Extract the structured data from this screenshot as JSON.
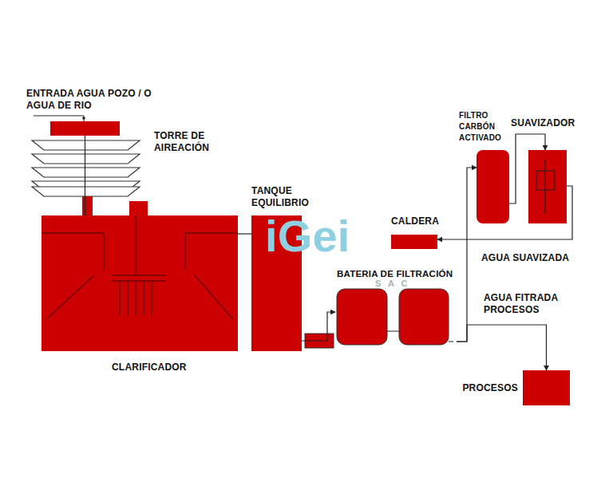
{
  "diagram": {
    "nodes": [
      {
        "text": [
          "ENTRADA AGUA POZO / O AGUA DE RIO"
        ]
      },
      {
        "text": [
          "CLARIFICADOR"
        ]
      },
      {
        "text": [
          "TANQUE EQUILIBRIO"
        ]
      },
      {
        "text": [
          "BATERIA DE FILTRACIÓN"
        ]
      },
      {
        "text": [
          "CALDERA"
        ]
      },
      {
        "text": [
          "FILTRO CARBÓN ACTIVADO"
        ]
      },
      {
        "text": [
          "SUAVIZADOR"
        ]
      },
      {
        "text": [
          "PROCESOS"
        ]
      }
    ],
    "edges": [
      {
        "from": 0,
        "to": 1,
        "arrow": "none"
      },
      {
        "from": 1,
        "to": 2,
        "arrow": "none"
      },
      {
        "from": 2,
        "to": 3,
        "arrow": "to"
      },
      {
        "from": 3,
        "to": 7,
        "arrow": "to"
      },
      {
        "from": 3,
        "to": 5,
        "arrow": "to"
      },
      {
        "from": 5,
        "to": 6,
        "arrow": "to"
      },
      {
        "from": 6,
        "to": 4,
        "arrow": "to"
      }
    ],
    "labels": [
      "TORRE DE AIREACIÓN",
      "AGUA SUAVIZADA",
      "AGUA FITRADA PROCESOS",
      "iGei",
      "S A C"
    ]
  }
}
